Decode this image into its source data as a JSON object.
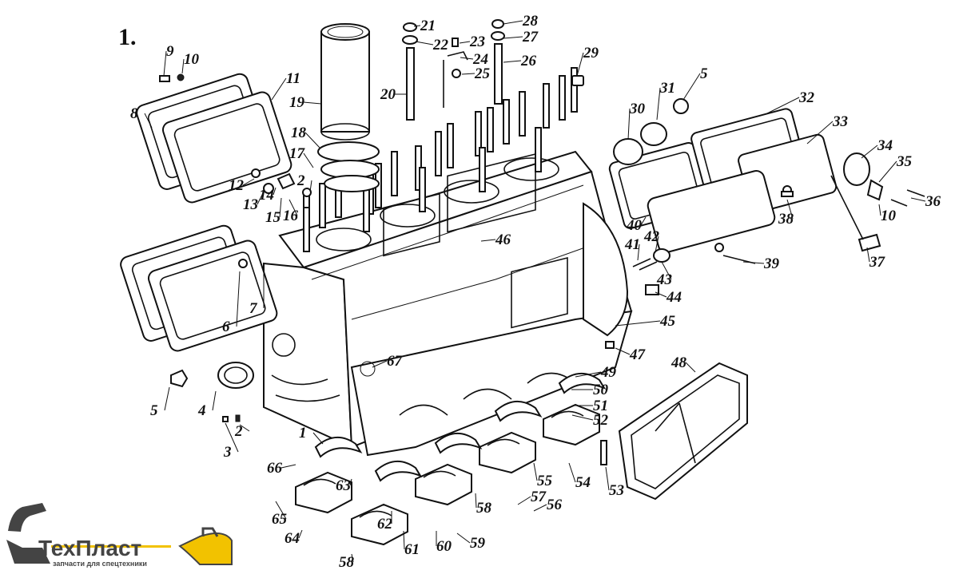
{
  "figure": {
    "number": "1."
  },
  "labels": [
    "1",
    "2",
    "3",
    "4",
    "5",
    "6",
    "7",
    "8",
    "9",
    "10",
    "11",
    "12",
    "13",
    "14",
    "15",
    "16",
    "17",
    "18",
    "19",
    "20",
    "21",
    "22",
    "23",
    "24",
    "25",
    "26",
    "27",
    "28",
    "29",
    "30",
    "31",
    "5",
    "32",
    "33",
    "34",
    "35",
    "36",
    "10",
    "37",
    "38",
    "40",
    "41",
    "42",
    "43",
    "39",
    "44",
    "45",
    "47",
    "46",
    "67",
    "48",
    "49",
    "50",
    "51",
    "52",
    "53",
    "54",
    "55",
    "56",
    "57",
    "58",
    "59",
    "60",
    "61",
    "62",
    "63",
    "64",
    "65",
    "66",
    "58",
    "2"
  ],
  "logo": {
    "brand": "ТехПласт",
    "tagline": "запчасти для спецтехники"
  },
  "colors": {
    "ink": "#111111",
    "logo_yellow": "#f2c200",
    "logo_gray": "#444444"
  }
}
